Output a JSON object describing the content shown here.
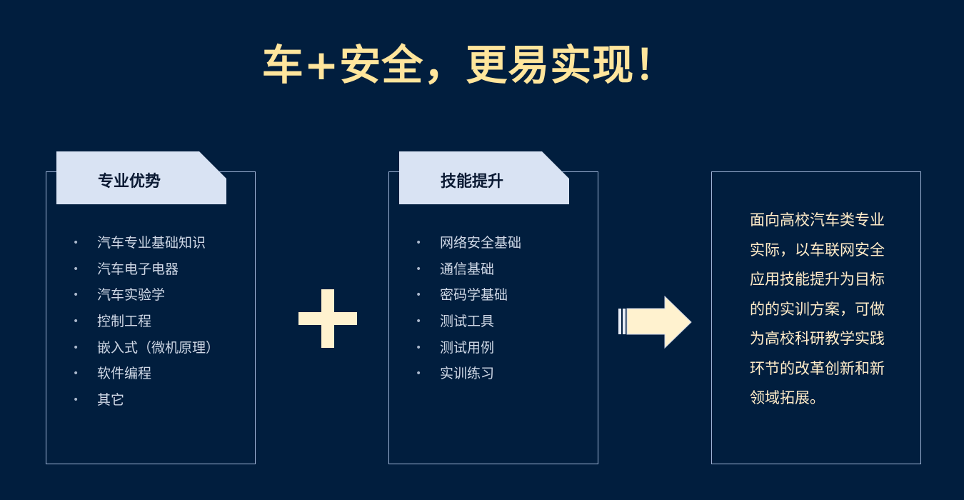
{
  "title": "车+安全，更易实现！",
  "cards": [
    {
      "heading": "专业优势",
      "items": [
        "汽车专业基础知识",
        "汽车电子电器",
        "汽车实验学",
        "控制工程",
        "嵌入式（微机原理）",
        "软件编程",
        "其它"
      ]
    },
    {
      "heading": "技能提升",
      "items": [
        "网络安全基础",
        "通信基础",
        "密码学基础",
        "测试工具",
        "测试用例",
        "实训练习"
      ]
    }
  ],
  "description": "面向高校汽车类专业实际，以车联网安全应用技能提升为目标的的实训方案，可做为高校科研教学实践环节的改革创新和新领域拓展。",
  "colors": {
    "background": "#011e3e",
    "accent": "#ffe59c",
    "shape": "#fff2cf"
  }
}
